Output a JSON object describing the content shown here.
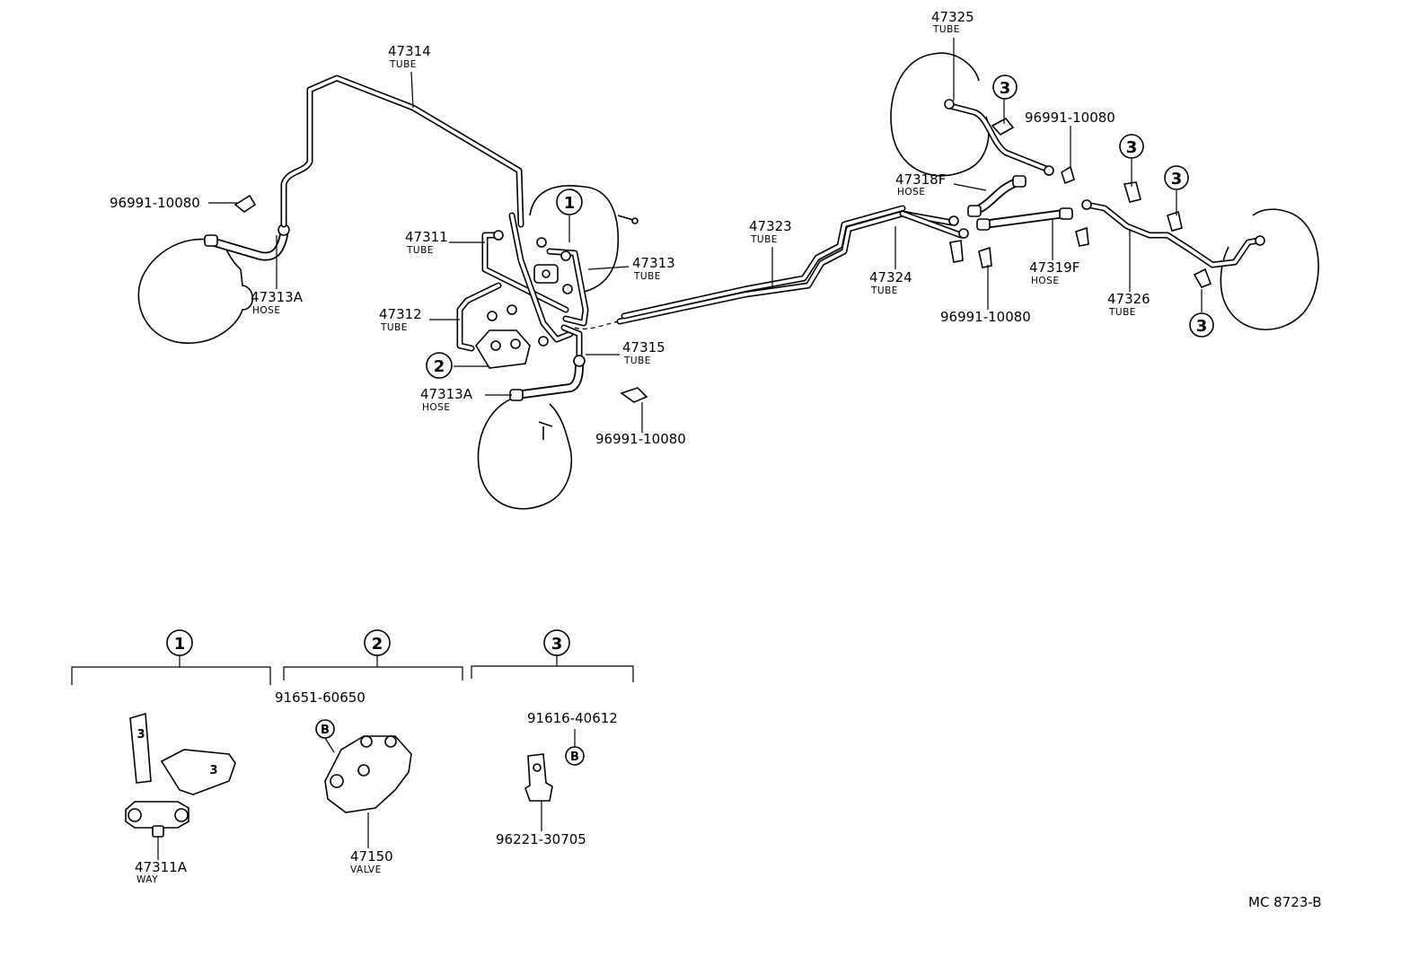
{
  "title": "",
  "code": "MC 8723-B",
  "callouts": {
    "p47314": {
      "num": "47314",
      "sub": "TUBE"
    },
    "p96991_left": {
      "num": "96991-10080"
    },
    "p47313A_left": {
      "num": "47313A",
      "sub": "HOSE"
    },
    "p47311": {
      "num": "47311",
      "sub": "TUBE"
    },
    "p47313": {
      "num": "47313",
      "sub": "TUBE"
    },
    "p47312": {
      "num": "47312",
      "sub": "TUBE"
    },
    "p47315": {
      "num": "47315",
      "sub": "TUBE"
    },
    "p47313A_front": {
      "num": "47313A",
      "sub": "HOSE"
    },
    "p96991_mid": {
      "num": "96991-10080"
    },
    "p47323": {
      "num": "47323",
      "sub": "TUBE"
    },
    "p47324": {
      "num": "47324",
      "sub": "TUBE"
    },
    "p96991_rear": {
      "num": "96991-10080"
    },
    "p47325": {
      "num": "47325",
      "sub": "TUBE"
    },
    "p96991_top": {
      "num": "96991-10080"
    },
    "p47318F": {
      "num": "47318F",
      "sub": "HOSE"
    },
    "p47319F": {
      "num": "47319F",
      "sub": "HOSE"
    },
    "p47326": {
      "num": "47326",
      "sub": "TUBE"
    }
  },
  "circled_refs": [
    "1",
    "2",
    "3"
  ],
  "detail_groups": [
    {
      "ref": "1",
      "parts": [
        {
          "num": "47311A",
          "sub": "WAY"
        }
      ]
    },
    {
      "ref": "2",
      "parts": [
        {
          "num": "91651-60650",
          "badge": "B"
        },
        {
          "num": "47150",
          "sub": "VALVE"
        }
      ]
    },
    {
      "ref": "3",
      "parts": [
        {
          "num": "91616-40612",
          "badge": "B"
        },
        {
          "num": "96221-30705"
        }
      ]
    }
  ]
}
